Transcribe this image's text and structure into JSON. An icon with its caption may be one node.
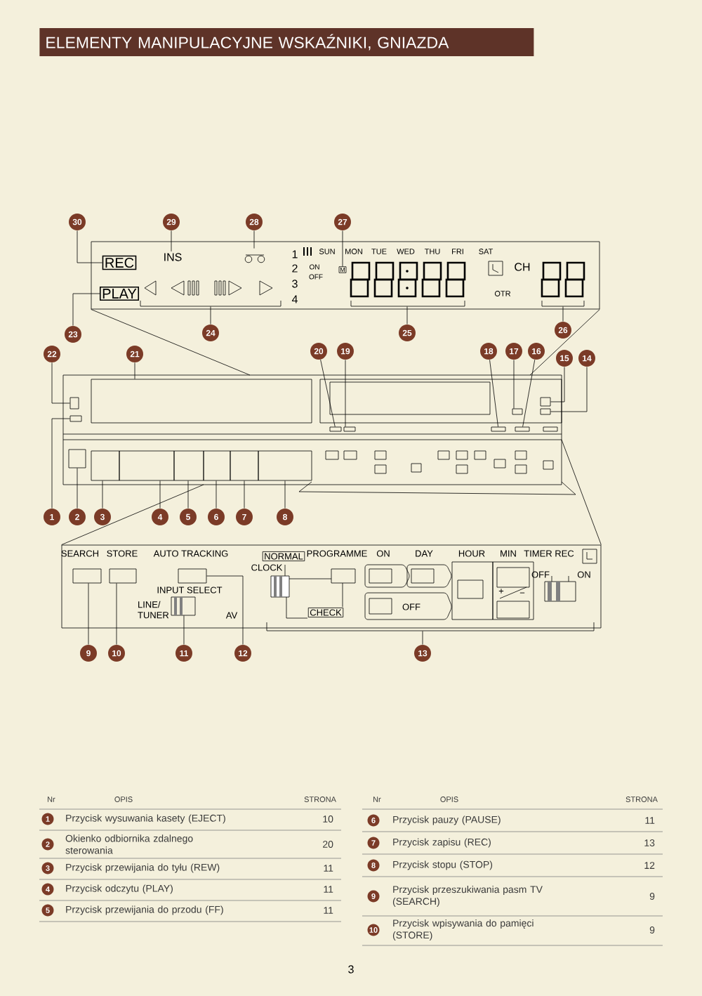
{
  "diagram": {
    "title": "ELEMENTY MANIPULACYJNE WSKAŹNIKI, GNIAZDA",
    "nodes": [
      {
        "text": [],
        "shape": "box"
      },
      {
        "text": [
          "REC"
        ],
        "in": 0
      },
      {
        "text": [
          "PLAY"
        ],
        "in": 0
      },
      {
        "text": [
          "INS"
        ],
        "in": 0
      },
      {
        "text": [],
        "shape": "icon",
        "in": 0
      },
      {
        "text": [
          "M"
        ],
        "in": 0
      },
      {
        "text": [],
        "shape": "bracket",
        "in": 0
      },
      {
        "text": [],
        "shape": "bracket",
        "in": 0
      },
      {
        "text": [],
        "shape": "bracket",
        "in": 0
      },
      {
        "text": [
          "30"
        ]
      },
      {
        "text": [
          "29"
        ]
      },
      {
        "text": [
          "28"
        ]
      },
      {
        "text": [
          "27"
        ]
      },
      {
        "text": [
          "23"
        ]
      },
      {
        "text": [
          "24"
        ]
      },
      {
        "text": [
          "25"
        ]
      },
      {
        "text": [
          "26"
        ]
      },
      {
        "text": [],
        "shape": "box"
      },
      {
        "text": [],
        "shape": "box",
        "in": 17
      },
      {
        "text": [],
        "shape": "box",
        "in": 17
      },
      {
        "text": [],
        "shape": "box",
        "in": 17
      },
      {
        "text": [],
        "shape": "box",
        "in": 17
      },
      {
        "text": [],
        "shape": "box",
        "in": 17
      },
      {
        "text": [],
        "shape": "box",
        "in": 17
      },
      {
        "text": [],
        "shape": "box",
        "in": 17
      },
      {
        "text": [],
        "shape": "box",
        "in": 17
      },
      {
        "text": [],
        "shape": "box",
        "in": 17
      },
      {
        "text": [],
        "shape": "box",
        "in": 17
      },
      {
        "text": [],
        "shape": "box",
        "in": 17
      },
      {
        "text": [],
        "shape": "box",
        "in": 17
      },
      {
        "text": [],
        "shape": "box",
        "in": 17
      },
      {
        "text": [],
        "shape": "box",
        "in": 17
      },
      {
        "text": [],
        "shape": "box",
        "in": 17
      },
      {
        "text": [],
        "shape": "box",
        "in": 17
      },
      {
        "text": [],
        "shape": "box",
        "in": 17
      },
      {
        "text": [
          "22"
        ]
      },
      {
        "text": [
          "21"
        ]
      },
      {
        "text": [
          "20"
        ]
      },
      {
        "text": [
          "19"
        ]
      },
      {
        "text": [
          "18"
        ]
      },
      {
        "text": [
          "17"
        ]
      },
      {
        "text": [
          "16"
        ]
      },
      {
        "text": [
          "15"
        ]
      },
      {
        "text": [
          "14"
        ]
      },
      {
        "text": [
          "1"
        ]
      },
      {
        "text": [
          "2"
        ]
      },
      {
        "text": [
          "3"
        ]
      },
      {
        "text": [
          "4"
        ]
      },
      {
        "text": [
          "5"
        ]
      },
      {
        "text": [
          "6"
        ]
      },
      {
        "text": [
          "7"
        ]
      },
      {
        "text": [
          "8"
        ]
      },
      {
        "text": [],
        "shape": "box"
      },
      {
        "text": [],
        "shape": "box",
        "in": 52
      },
      {
        "text": [],
        "shape": "box",
        "in": 52
      },
      {
        "text": [],
        "shape": "box",
        "in": 52
      },
      {
        "text": [],
        "shape": "box",
        "in": 52
      },
      {
        "text": [],
        "shape": "bracket"
      },
      {
        "text": [
          "9"
        ]
      },
      {
        "text": [
          "10"
        ]
      },
      {
        "text": [
          "11"
        ]
      },
      {
        "text": [
          "12"
        ]
      },
      {
        "text": [
          "13"
        ]
      }
    ],
    "edges": [
      {
        "from": 9,
        "to": 1,
        "arrow": "none"
      },
      {
        "from": 10,
        "to": 3,
        "arrow": "none"
      },
      {
        "from": 11,
        "to": 4,
        "arrow": "none"
      },
      {
        "from": 12,
        "to": 5,
        "arrow": "none"
      },
      {
        "from": 13,
        "to": 2,
        "arrow": "none"
      },
      {
        "from": 14,
        "to": 6,
        "arrow": "none"
      },
      {
        "from": 15,
        "to": 7,
        "arrow": "none"
      },
      {
        "from": 16,
        "to": 8,
        "arrow": "none"
      },
      {
        "from": 35,
        "to": 18,
        "arrow": "none"
      },
      {
        "from": 36,
        "to": 19,
        "arrow": "none"
      },
      {
        "from": 37,
        "to": 20,
        "arrow": "none"
      },
      {
        "from": 38,
        "to": 21,
        "arrow": "none"
      },
      {
        "from": 39,
        "to": 22,
        "arrow": "none"
      },
      {
        "from": 40,
        "to": 23,
        "arrow": "none"
      },
      {
        "from": 41,
        "to": 24,
        "arrow": "none"
      },
      {
        "from": 42,
        "to": 25,
        "arrow": "none"
      },
      {
        "from": 43,
        "to": 26,
        "arrow": "none"
      },
      {
        "from": 44,
        "to": 27,
        "arrow": "none"
      },
      {
        "from": 45,
        "to": 28,
        "arrow": "none"
      },
      {
        "from": 46,
        "to": 29,
        "arrow": "none"
      },
      {
        "from": 47,
        "to": 30,
        "arrow": "none"
      },
      {
        "from": 48,
        "to": 31,
        "arrow": "none"
      },
      {
        "from": 49,
        "to": 32,
        "arrow": "none"
      },
      {
        "from": 50,
        "to": 33,
        "arrow": "none"
      },
      {
        "from": 51,
        "to": 34,
        "arrow": "none"
      },
      {
        "from": 58,
        "to": 53,
        "arrow": "none"
      },
      {
        "from": 59,
        "to": 54,
        "arrow": "none"
      },
      {
        "from": 60,
        "to": 55,
        "arrow": "none"
      },
      {
        "from": 61,
        "to": 56,
        "arrow": "none"
      },
      {
        "from": 62,
        "to": 57,
        "arrow": "none"
      },
      {
        "from": 0,
        "to": 17,
        "arrow": "none"
      },
      {
        "from": 0,
        "to": 17,
        "arrow": "none"
      },
      {
        "from": 17,
        "to": 52,
        "arrow": "none"
      },
      {
        "from": 17,
        "to": 52,
        "arrow": "none"
      }
    ],
    "labels": [
      "1",
      "2",
      "3",
      "4",
      "SUN",
      "MON",
      "TUE",
      "WED",
      "THU",
      "FRI",
      "SAT",
      "ON",
      "OFF",
      "CH",
      "OTR",
      "SEARCH",
      "STORE",
      "AUTO TRACKING",
      "PROGRAMME",
      "ON",
      "DAY",
      "HOUR",
      "MIN",
      "TIMER REC",
      "INPUT SELECT",
      "LINE/ TUNER",
      "AV",
      "NORMAL",
      "CLOCK",
      "CHECK",
      "OFF",
      "+",
      "−",
      "OFF",
      "ON",
      "3",
      "Nr",
      "OPIS",
      "STRONA",
      "1",
      "Przycisk wysuwania kasety (EJECT)",
      "10",
      "2",
      "Okienko odbiornika zdalnego sterowania",
      "20",
      "3",
      "Przycisk przewijania do tyłu (REW)",
      "11",
      "4",
      "Przycisk odczytu (PLAY)",
      "11",
      "5",
      "Przycisk przewijania do przodu (FF)",
      "11",
      "Nr",
      "OPIS",
      "STRONA",
      "6",
      "Przycisk pauzy (PAUSE)",
      "11",
      "7",
      "Przycisk zapisu (REC)",
      "13",
      "8",
      "Przycisk stopu (STOP)",
      "12",
      "9",
      "Przycisk przeszukiwania pasm TV (SEARCH)",
      "9",
      "10",
      "Przycisk wpisywania do pamięci (STORE)",
      "9"
    ]
  }
}
